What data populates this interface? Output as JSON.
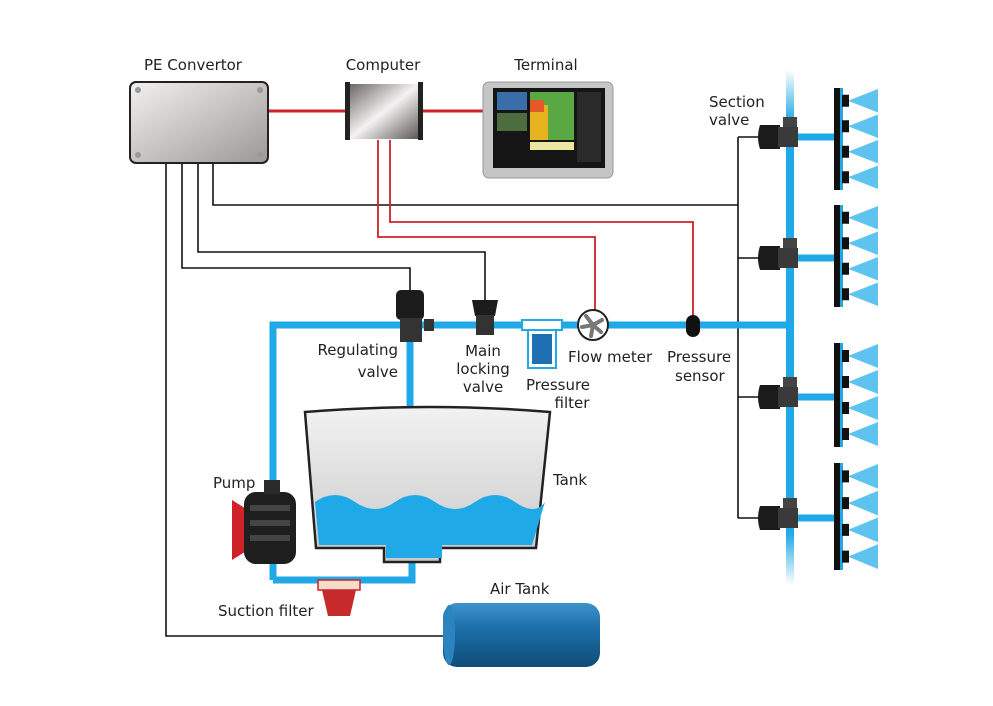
{
  "labels": {
    "pe_convertor": "PE Convertor",
    "computer": "Computer",
    "terminal": "Terminal",
    "section_valve_1": "Section",
    "section_valve_2": "valve",
    "regulating_valve_1": "Regulating",
    "regulating_valve_2": "valve",
    "main_locking_valve_1": "Main",
    "main_locking_valve_2": "locking",
    "main_locking_valve_3": "valve",
    "pressure_filter_1": "Pressure",
    "pressure_filter_2": "filter",
    "flow_meter": "Flow meter",
    "pressure_sensor_1": "Pressure",
    "pressure_sensor_2": "sensor",
    "tank": "Tank",
    "pump": "Pump",
    "suction_filter": "Suction filter",
    "air_tank": "Air Tank"
  },
  "colors": {
    "water": "#1fa9e6",
    "signal_wire": "#d0202a",
    "control_wire": "#111111",
    "nozzle_spray": "#5ec4ef",
    "air_tank": "#1c6fa8"
  }
}
